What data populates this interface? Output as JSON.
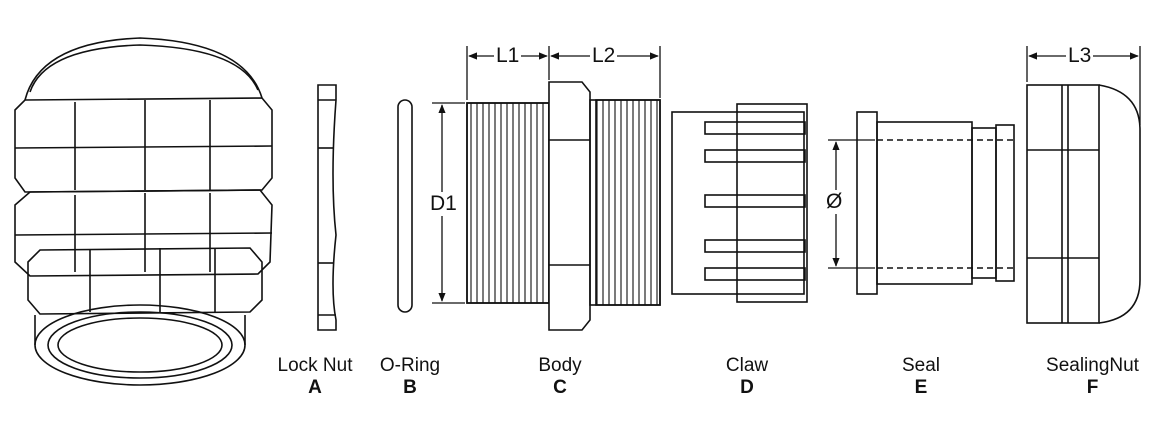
{
  "parts": [
    {
      "name": "Lock Nut",
      "letter": "A"
    },
    {
      "name": "O-Ring",
      "letter": "B"
    },
    {
      "name": "Body",
      "letter": "C"
    },
    {
      "name": "Claw",
      "letter": "D"
    },
    {
      "name": "Seal",
      "letter": "E"
    },
    {
      "name": "SealingNut",
      "letter": "F"
    }
  ],
  "dimensions": {
    "l1": "L1",
    "l2": "L2",
    "l3": "L3",
    "d1": "D1",
    "diameter": "Ø"
  }
}
